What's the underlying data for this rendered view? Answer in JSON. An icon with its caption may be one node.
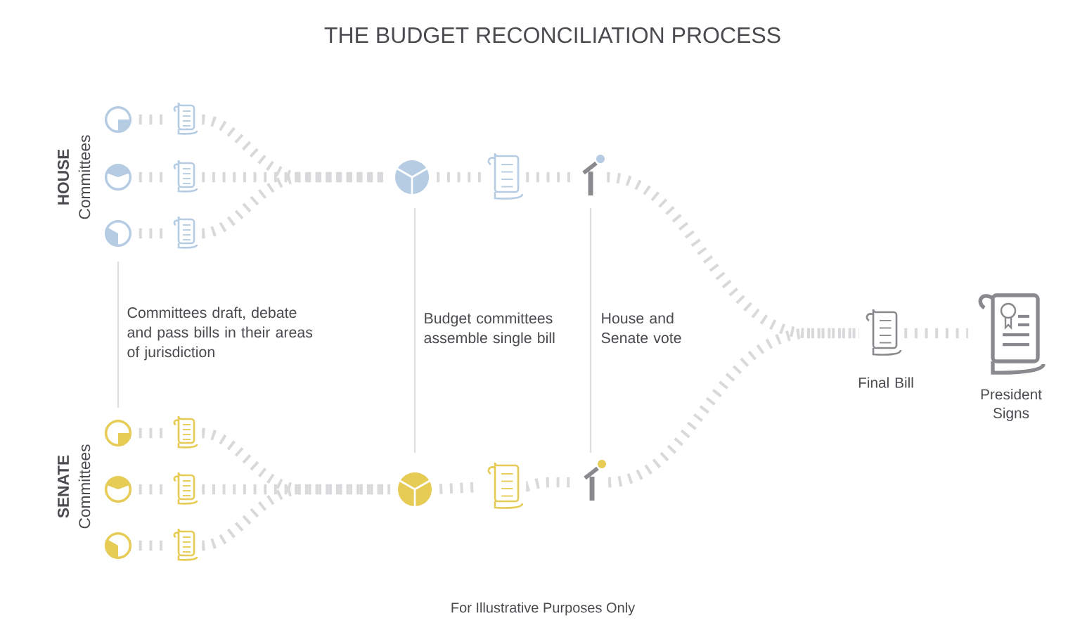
{
  "diagram": {
    "title": "THE BUDGET RECONCILIATION PROCESS",
    "caption": "For Illustrative Purposes Only",
    "nodes": [
      {
        "text": [],
        "shape": "circle"
      },
      {
        "text": [],
        "shape": "document"
      },
      {
        "text": [],
        "shape": "circle"
      },
      {
        "text": [],
        "shape": "document"
      },
      {
        "text": [],
        "shape": "circle"
      },
      {
        "text": [],
        "shape": "document"
      },
      {
        "text": [],
        "shape": "circle"
      },
      {
        "text": [],
        "shape": "document"
      },
      {
        "text": [],
        "shape": "lever"
      },
      {
        "text": [],
        "shape": "circle"
      },
      {
        "text": [],
        "shape": "document"
      },
      {
        "text": [],
        "shape": "circle"
      },
      {
        "text": [],
        "shape": "document"
      },
      {
        "text": [],
        "shape": "circle"
      },
      {
        "text": [],
        "shape": "document"
      },
      {
        "text": [],
        "shape": "circle"
      },
      {
        "text": [],
        "shape": "document"
      },
      {
        "text": [],
        "shape": "lever"
      },
      {
        "text": [],
        "shape": "document",
        "beside": [
          "Final Bill"
        ]
      },
      {
        "text": [],
        "shape": "document",
        "beside": [
          "President Signs"
        ]
      }
    ],
    "edges": [
      {
        "from": 0,
        "to": 1,
        "arrow": "none"
      },
      {
        "from": 2,
        "to": 3,
        "arrow": "none"
      },
      {
        "from": 4,
        "to": 5,
        "arrow": "none"
      },
      {
        "from": 1,
        "to": 6,
        "arrow": "none"
      },
      {
        "from": 3,
        "to": 6,
        "arrow": "none"
      },
      {
        "from": 5,
        "to": 6,
        "arrow": "none"
      },
      {
        "from": 6,
        "to": 7,
        "arrow": "none"
      },
      {
        "from": 7,
        "to": 8,
        "arrow": "none"
      },
      {
        "from": 8,
        "to": 18,
        "arrow": "none"
      },
      {
        "from": 9,
        "to": 10,
        "arrow": "none"
      },
      {
        "from": 11,
        "to": 12,
        "arrow": "none"
      },
      {
        "from": 13,
        "to": 14,
        "arrow": "none"
      },
      {
        "from": 10,
        "to": 15,
        "arrow": "none"
      },
      {
        "from": 12,
        "to": 15,
        "arrow": "none"
      },
      {
        "from": 14,
        "to": 15,
        "arrow": "none"
      },
      {
        "from": 15,
        "to": 16,
        "arrow": "none"
      },
      {
        "from": 16,
        "to": 17,
        "arrow": "none"
      },
      {
        "from": 17,
        "to": 18,
        "arrow": "none"
      },
      {
        "from": 18,
        "to": 19,
        "arrow": "none"
      }
    ],
    "labels": [
      "HOUSE",
      "Committees",
      "Committees draft, debate and pass bills in their areas of jurisdiction",
      "Budget committees assemble single bill",
      "House and Senate vote",
      "SENATE",
      "Committees"
    ]
  }
}
